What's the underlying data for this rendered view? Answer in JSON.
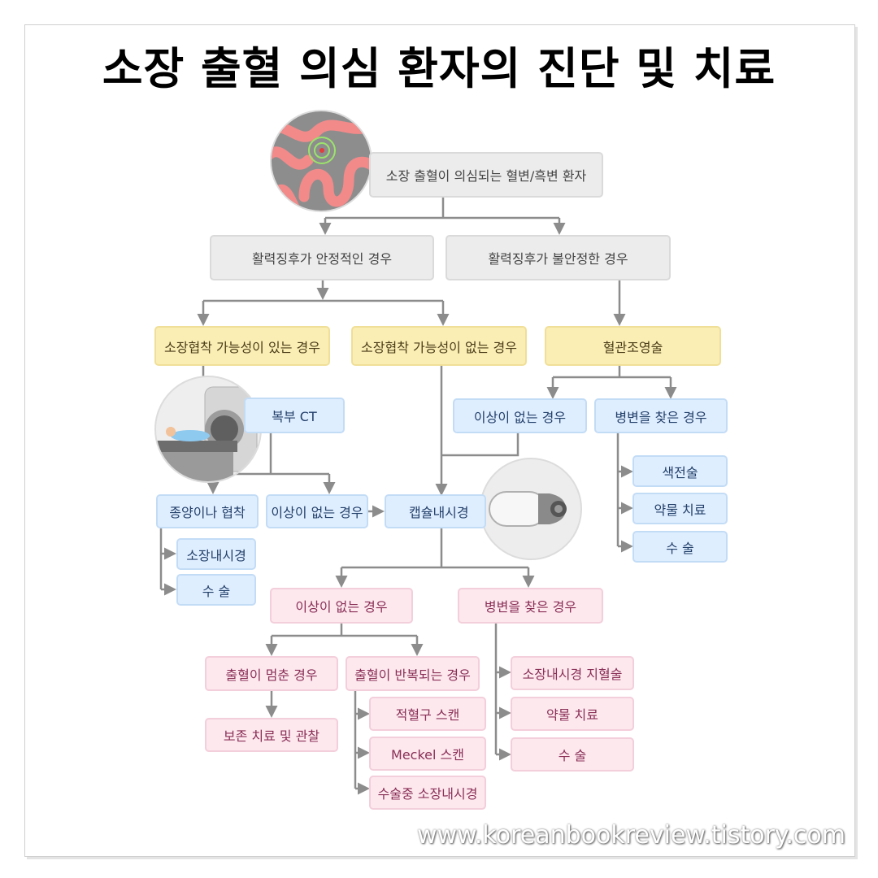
{
  "title": "소장 출혈 의심 환자의 진단 및 치료",
  "watermark": "www.koreanbookreview.tistory.com",
  "nodes": {
    "root": "소장 출혈이 의심되는 혈변/흑변 환자",
    "stable": "활력징후가 안정적인 경우",
    "unstable": "활력징후가 불안정한 경우",
    "obstruction_possible": "소장협착 가능성이 있는 경우",
    "obstruction_not": "소장협착 가능성이 없는 경우",
    "angiography": "혈관조영술",
    "angio_no_abnormal": "이상이 없는 경우",
    "angio_lesion": "병변을 찾은 경우",
    "embolization": "색전술",
    "angio_drug": "약물 치료",
    "angio_surgery": "수 술",
    "abdominal_ct": "복부 CT",
    "tumor_stricture": "종양이나 협착",
    "ct_no_abnormal": "이상이 없는 경우",
    "capsule": "캡슐내시경",
    "enteroscopy": "소장내시경",
    "surgery_left": "수 술",
    "capsule_no_abnormal": "이상이 없는 경우",
    "capsule_lesion": "병변을 찾은 경우",
    "bleeding_stopped": "출혈이 멈춘 경우",
    "bleeding_repeat": "출혈이 반복되는 경우",
    "conservative": "보존 치료 및 관찰",
    "rbc_scan": "적혈구 스캔",
    "meckel_scan": "Meckel 스캔",
    "intraop_enteroscopy": "수술중 소장내시경",
    "endo_hemostasis": "소장내시경 지혈술",
    "lesion_drug": "약물 치료",
    "lesion_surgery": "수 술"
  },
  "colors": {
    "gray": "#ececec",
    "yellow": "#fbeeb4",
    "blue": "#dfeeff",
    "pink": "#fde8ee",
    "connector": "#8c8c8c"
  }
}
